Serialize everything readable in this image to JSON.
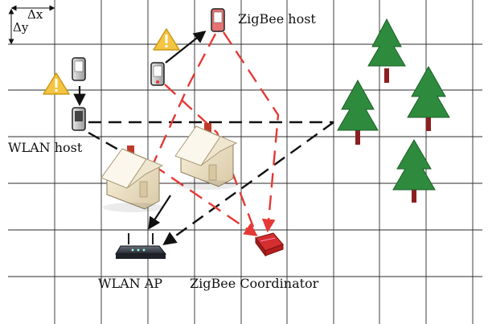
{
  "labels": {
    "delta_x": "Δx",
    "delta_y": "Δy",
    "zigbee_host": "ZigBee host",
    "wlan_host": "WLAN host",
    "wlan_ap": "WLAN AP",
    "zigbee_coordinator": "ZigBee Coordinator"
  },
  "colors": {
    "grid": "#2b2b2b",
    "wlan_link": "#111111",
    "zigbee_link": "#e53935",
    "tree": "#2e8b3d",
    "trunk": "#8b1f1f",
    "warning": "#f4c542",
    "house_wall": "#f3ead2",
    "house_roof": "#fbf7ec",
    "router": "#3a3f4a",
    "coordinator": "#d32f2f"
  },
  "icons": [
    "grid",
    "zigbee-host-phone",
    "wlan-host-phone",
    "phone",
    "warning-icon",
    "house-icon",
    "tree-icon",
    "wlan-ap-router-icon",
    "zigbee-coordinator-icon"
  ]
}
